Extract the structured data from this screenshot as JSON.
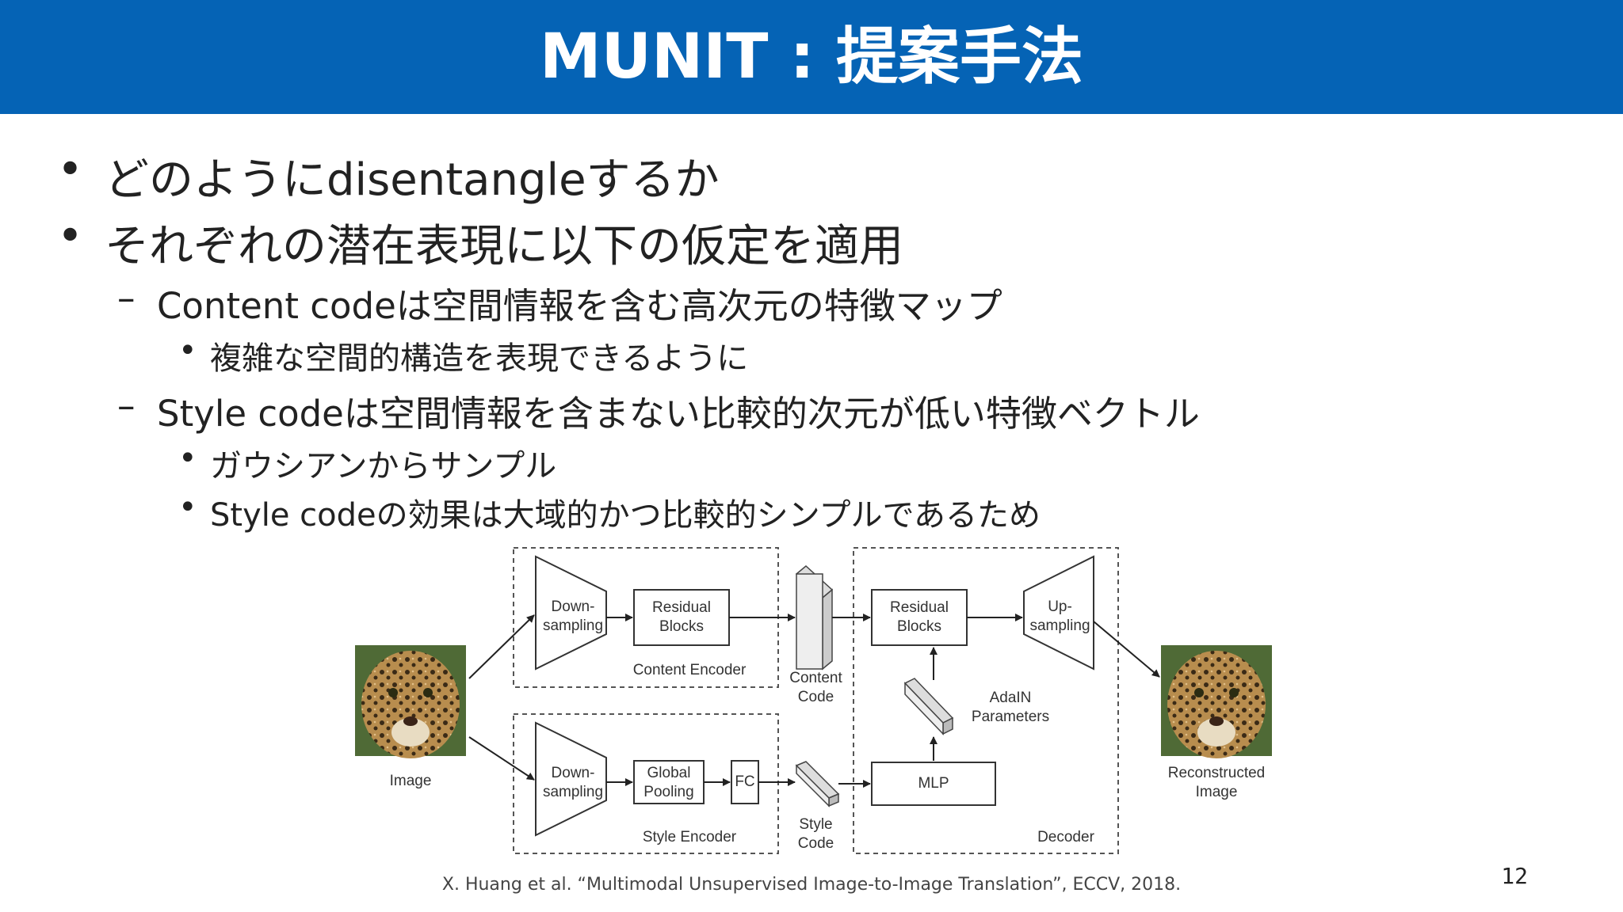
{
  "slide": {
    "title": "MUNIT : 提案手法",
    "page_number": "12",
    "citation": "X. Huang et al. “Multimodal Unsupervised Image-to-Image Translation”, ECCV, 2018."
  },
  "bullets": {
    "b1": "どのようにdisentangleするか",
    "b2": "それぞれの潜在表現に以下の仮定を適用",
    "b2_1": "Content codeは空間情報を含む高次元の特徴マップ",
    "b2_1_1": "複雑な空間的構造を表現できるように",
    "b2_2": "Style codeは空間情報を含まない比較的次元が低い特徴ベクトル",
    "b2_2_1": "ガウシアンからサンプル",
    "b2_2_2": "Style codeの効果は大域的かつ比較的シンプルであるため"
  },
  "markers": {
    "bullet": "•",
    "dash": "–"
  },
  "figure": {
    "image": "Image",
    "content_down": "Down-\nsampling",
    "content_res": "Residual\nBlocks",
    "content_encoder": "Content Encoder",
    "content_code": "Content\nCode",
    "style_down": "Down-\nsampling",
    "global_pool": "Global\nPooling",
    "fc": "FC",
    "style_encoder": "Style Encoder",
    "style_code": "Style\nCode",
    "dec_res": "Residual\nBlocks",
    "upsampling": "Up-\nsampling",
    "adain": "AdaIN\nParameters",
    "mlp": "MLP",
    "decoder": "Decoder",
    "reconstructed": "Reconstructed\nImage"
  },
  "colors": {
    "header_bg": "#0563b5"
  }
}
